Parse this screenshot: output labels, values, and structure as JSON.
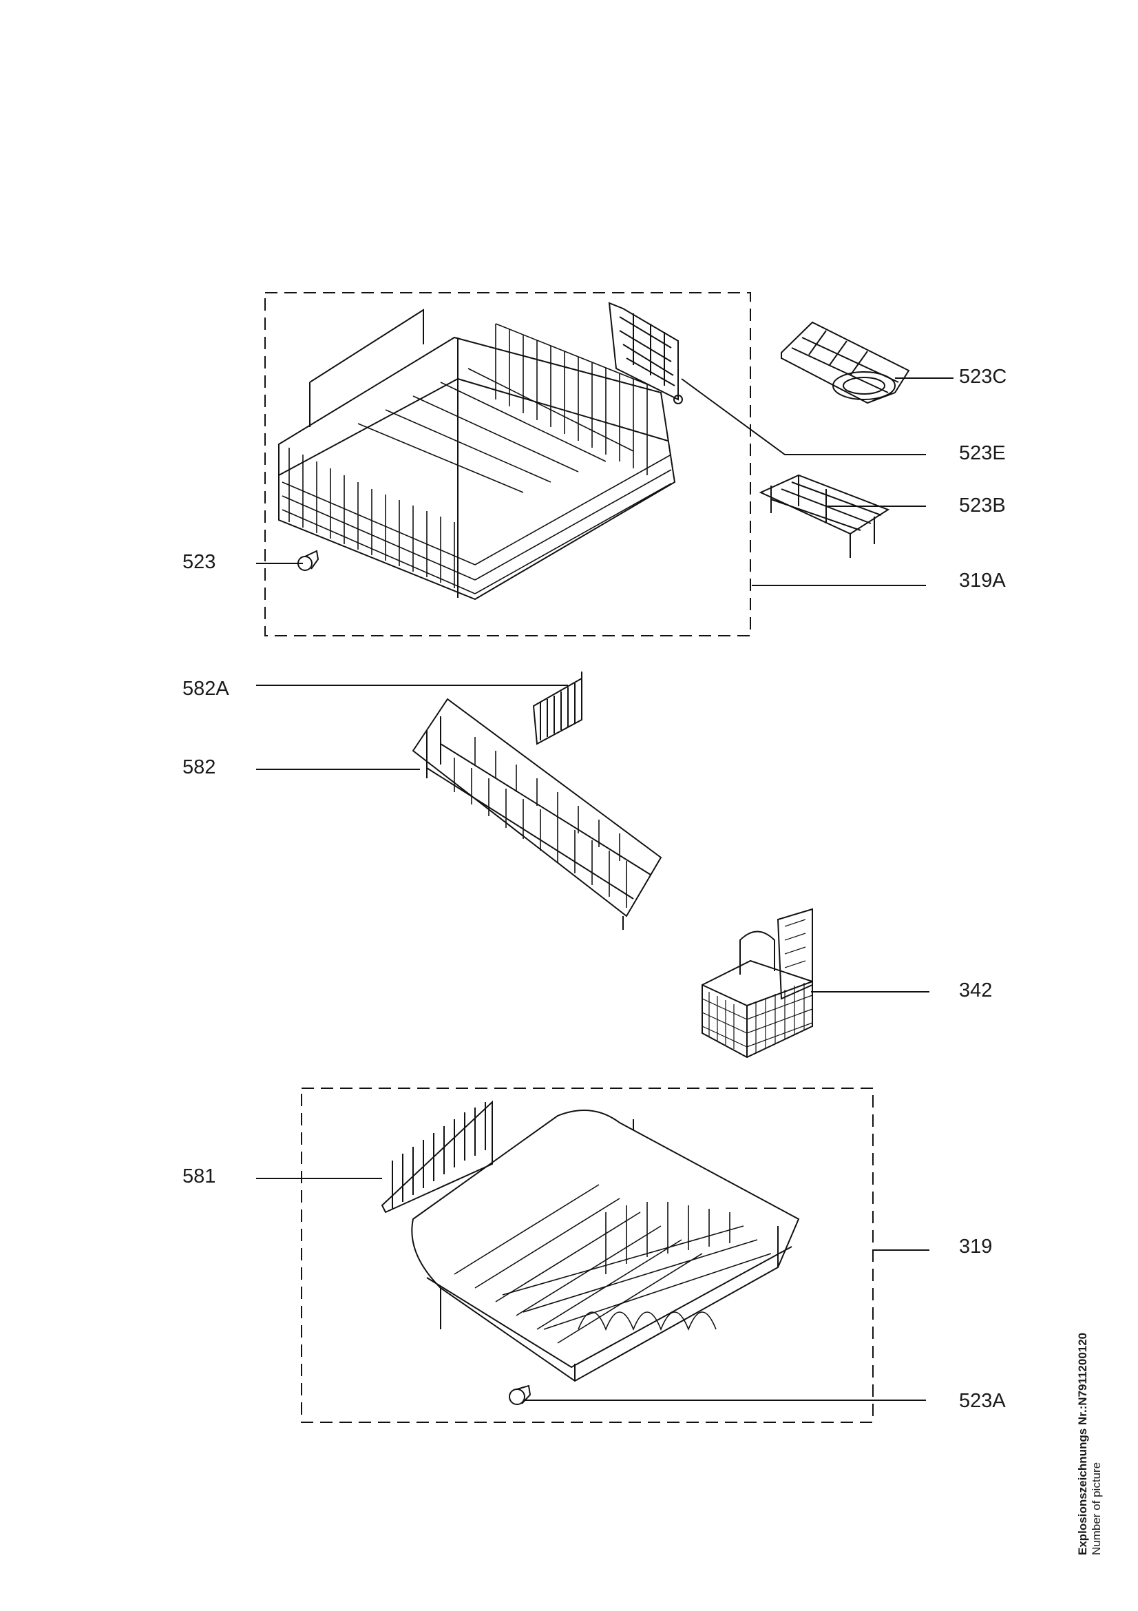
{
  "labels": {
    "l523C": "523C",
    "l523E": "523E",
    "l523B": "523B",
    "l523": "523",
    "l319A": "319A",
    "l582A": "582A",
    "l582": "582",
    "l342": "342",
    "l581": "581",
    "l319": "319",
    "l523A": "523A"
  },
  "reference": {
    "line1": "Explosionszeichnungs Nr.:N7911200120",
    "line2": "Number of picture"
  }
}
